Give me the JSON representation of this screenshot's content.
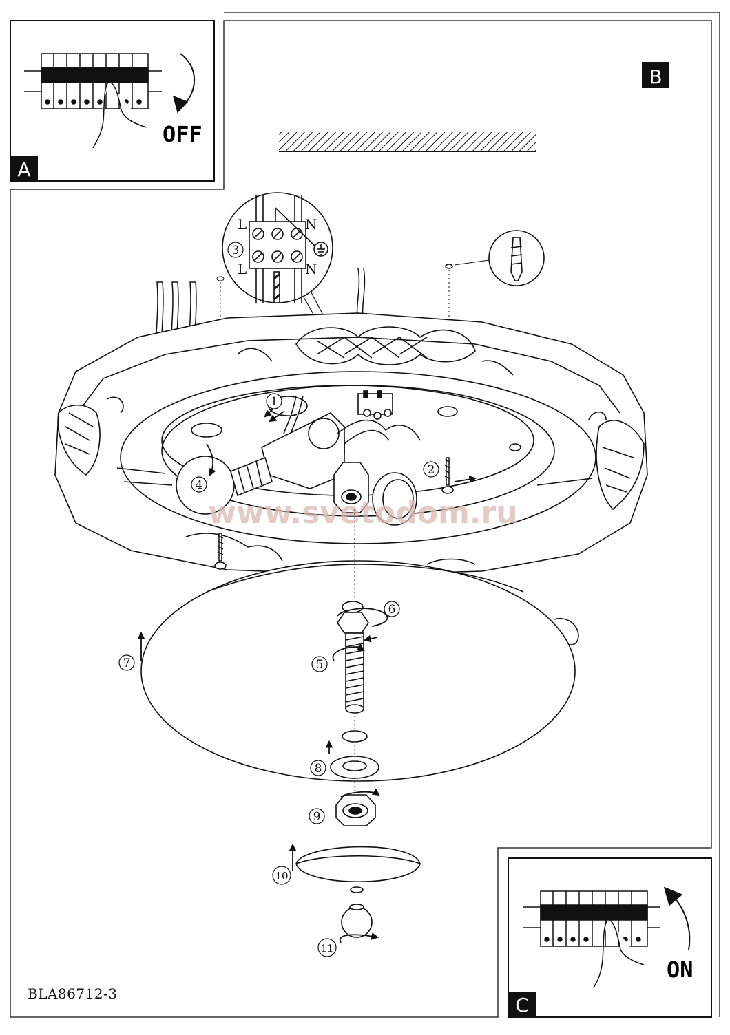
{
  "panels": {
    "a": {
      "letter": "A",
      "switch_label": "OFF"
    },
    "b": {
      "letter": "B"
    },
    "c": {
      "letter": "C",
      "switch_label": "ON"
    }
  },
  "terminal": {
    "l_top": "L",
    "n_top": "N",
    "l_bottom": "L",
    "n_bottom": "N"
  },
  "steps": [
    "1",
    "2",
    "3",
    "4",
    "5",
    "6",
    "7",
    "8",
    "9",
    "10",
    "11"
  ],
  "watermark": "www.svetodom.ru",
  "document_code": "BLA86712-3"
}
